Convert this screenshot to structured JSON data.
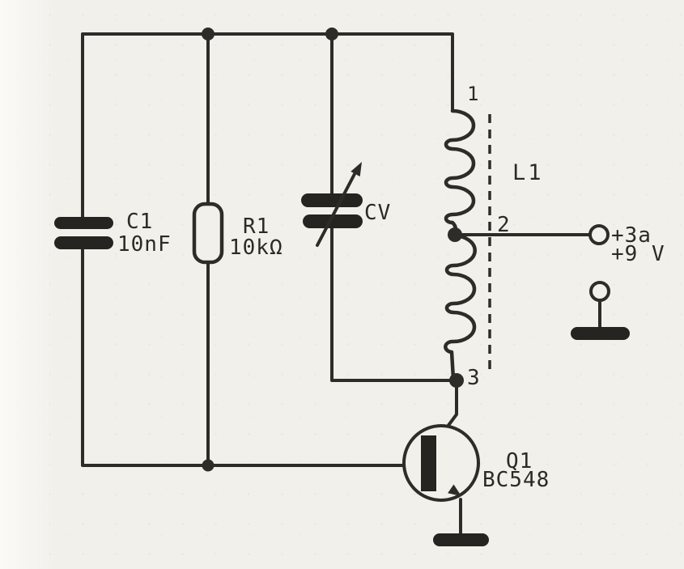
{
  "diagram": {
    "components": {
      "c1": {
        "ref": "C1",
        "value": "10nF"
      },
      "r1": {
        "ref": "R1",
        "value": "10kΩ"
      },
      "cv": {
        "ref": "CV"
      },
      "l1": {
        "ref": "L1",
        "tap_top": "1",
        "tap_mid": "2",
        "tap_bottom": "3"
      },
      "q1": {
        "ref": "Q1",
        "value": "BC548"
      },
      "supply_terminal": {
        "line1": "+3a",
        "line2": "+9 V"
      }
    },
    "colors": {
      "ink": "#2e2c29",
      "paper": "#f2f0eb"
    }
  }
}
